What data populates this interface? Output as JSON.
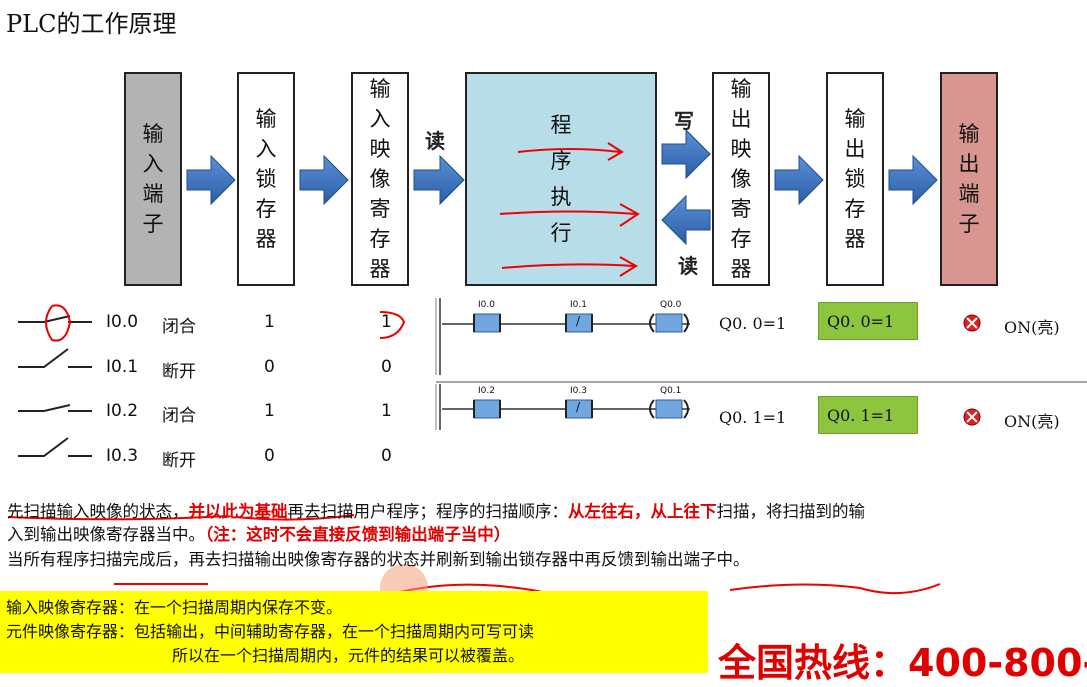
{
  "title": "PLC的工作原理",
  "boxes": [
    {
      "chars": [
        "输",
        "入",
        "端",
        "子"
      ],
      "color": "#b3b3b3"
    },
    {
      "chars": [
        "输",
        "入",
        "锁",
        "存",
        "器"
      ],
      "color": "#ffffff"
    },
    {
      "chars": [
        "输",
        "入",
        "映",
        "像",
        "寄",
        "存",
        "器"
      ],
      "color": "#ffffff"
    },
    {
      "chars": [
        "程",
        "序",
        "执",
        "行"
      ],
      "color": "#b7dde8"
    },
    {
      "chars": [
        "输",
        "出",
        "映",
        "像",
        "寄",
        "存",
        "器"
      ],
      "color": "#ffffff"
    },
    {
      "chars": [
        "输",
        "出",
        "锁",
        "存",
        "器"
      ],
      "color": "#ffffff"
    },
    {
      "chars": [
        "输",
        "出",
        "端",
        "子"
      ],
      "color": "#d99690"
    }
  ],
  "arrow_labels": {
    "read1": "读",
    "write": "写",
    "read2": "读"
  },
  "inputs": [
    {
      "addr": "I0.0",
      "state": "闭合",
      "latch": "1",
      "image": "1"
    },
    {
      "addr": "I0.1",
      "state": "断开",
      "latch": "0",
      "image": "0"
    },
    {
      "addr": "I0.2",
      "state": "闭合",
      "latch": "1",
      "image": "1"
    },
    {
      "addr": "I0.3",
      "state": "断开",
      "latch": "0",
      "image": "0"
    }
  ],
  "ladder": [
    {
      "c1": "I0.0",
      "c2": "I0.1",
      "coil": "Q0.0",
      "neg": "/"
    },
    {
      "c1": "I0.2",
      "c2": "I0.3",
      "coil": "Q0.1",
      "neg": "/"
    }
  ],
  "outputs": [
    {
      "image": "Q0. 0=1",
      "latch": "Q0. 0=1",
      "status": "ON(亮)"
    },
    {
      "image": "Q0. 1=1",
      "latch": "Q0. 1=1",
      "status": "ON(亮)"
    }
  ],
  "para": {
    "l1a": "先扫描输入映像的状态，",
    "l1b": "并以此为基础",
    "l1c": "再去扫描用户程序；程序的扫描顺序：",
    "l1d": "从左往右，从上往下",
    "l1e": "扫描，将扫描到的输",
    "l2a": "入到输出映像寄存器当中。",
    "l2b": "（注：这时不会直接反馈到输出端子当中）",
    "l3": "当所有程序扫描完成后，再去扫描输出映像寄存器的状态并刷新到输出锁存器中再反馈到输出端子中。"
  },
  "note": {
    "l1": "输入映像寄存器：在一个扫描周期内保存不变。",
    "l2": "元件映像寄存器：包括输出，中间辅助寄存器，在一个扫描周期内可写可读",
    "l3": "所以在一个扫描周期内，元件的结果可以被覆盖。"
  },
  "hotline": "全国热线：400-800-"
}
